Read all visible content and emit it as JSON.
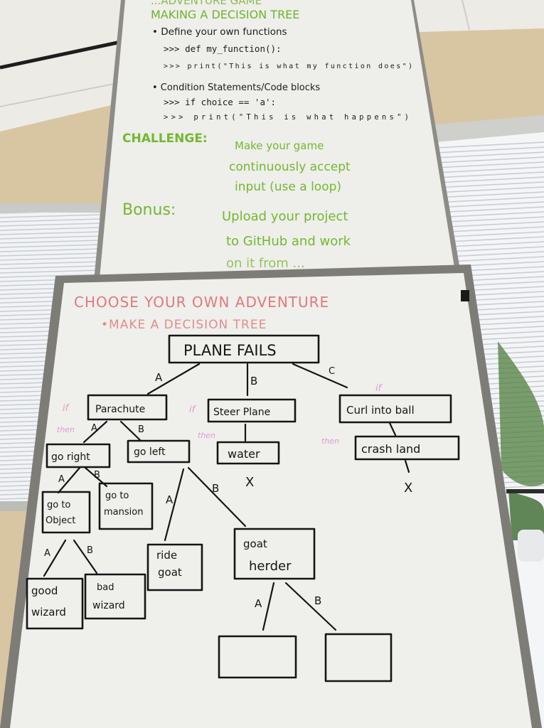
{
  "upper_board": {
    "heading_top": "...ADVENTURE GAME",
    "heading": "MAKING A DECISION TREE",
    "bullet_functions": "• Define your own functions",
    "code_def": ">>> def  my_function():",
    "code_print_fn": ">>>    print(\"This is what my function does\")",
    "bullet_conditions": "• Condition Statements/Code blocks",
    "code_if": ">>> if  choice  ==  'a':",
    "code_print_if": ">>>    print(\"This is what happens\")",
    "challenge_label": "CHALLENGE:",
    "challenge_line1": "Make your game",
    "challenge_line2": "continuously accept",
    "challenge_line3": "input (use a loop)",
    "bonus_label": "Bonus:",
    "bonus_line1": "Upload your project",
    "bonus_line2": "to GitHub and work",
    "bonus_line3": "on it from ..."
  },
  "lower_board": {
    "title": "CHOOSE YOUR OWN ADVENTURE",
    "subtitle": "•MAKE A DECISION TREE",
    "root": "PLANE FAILS",
    "branch_a": "A",
    "branch_b": "B",
    "branch_c": "C",
    "if_word": "if",
    "then_word": "then",
    "node_parachute": "Parachute",
    "node_steer": "Steer Plane",
    "node_curl": "Curl into ball",
    "node_go_right": "go right",
    "node_go_left": "go left",
    "node_water": "water",
    "node_crash": "crash land",
    "dead_end": "X",
    "node_object_1": "go to",
    "node_object_2": "Object",
    "node_mansion_1": "go to",
    "node_mansion_2": "mansion",
    "node_ride_1": "ride",
    "node_ride_2": "goat",
    "node_herder_1": "goat",
    "node_herder_2": "herder",
    "node_good_1": "good",
    "node_good_2": "wizard",
    "node_bad_1": "bad",
    "node_bad_2": "wizard"
  },
  "colors": {
    "ceiling": "#ecebe6",
    "wall": "#d8c6a2",
    "window_light": "#f4f6f8",
    "blind_line": "#c9ccd0",
    "board_white": "#efefec",
    "board_frame": "#9c9a94",
    "marker_black": "#151515",
    "marker_green": "#72b830",
    "marker_red": "#e07a7c",
    "marker_pink": "#e48fd0"
  }
}
